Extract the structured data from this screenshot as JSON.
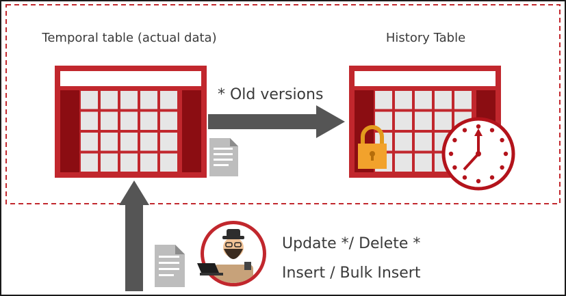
{
  "labels": {
    "temporal_table": "Temporal table (actual data)",
    "history_table": "History Table",
    "old_versions": "* Old versions",
    "update_delete": "Update */ Delete *",
    "insert_bulk": "Insert / Bulk Insert"
  },
  "colors": {
    "frame_dashed": "#c1272d",
    "table_red": "#c1272d",
    "table_dark": "#8b0d12",
    "cell_fill": "#e6e6e6",
    "arrow_gray": "#555555",
    "lock_gold": "#f2a22c",
    "clock_red": "#b3131b"
  },
  "icons": [
    "table-icon",
    "history-table-icon",
    "document-icon",
    "lock-icon",
    "clock-icon",
    "user-avatar-icon",
    "arrow-right-icon",
    "arrow-up-icon"
  ]
}
